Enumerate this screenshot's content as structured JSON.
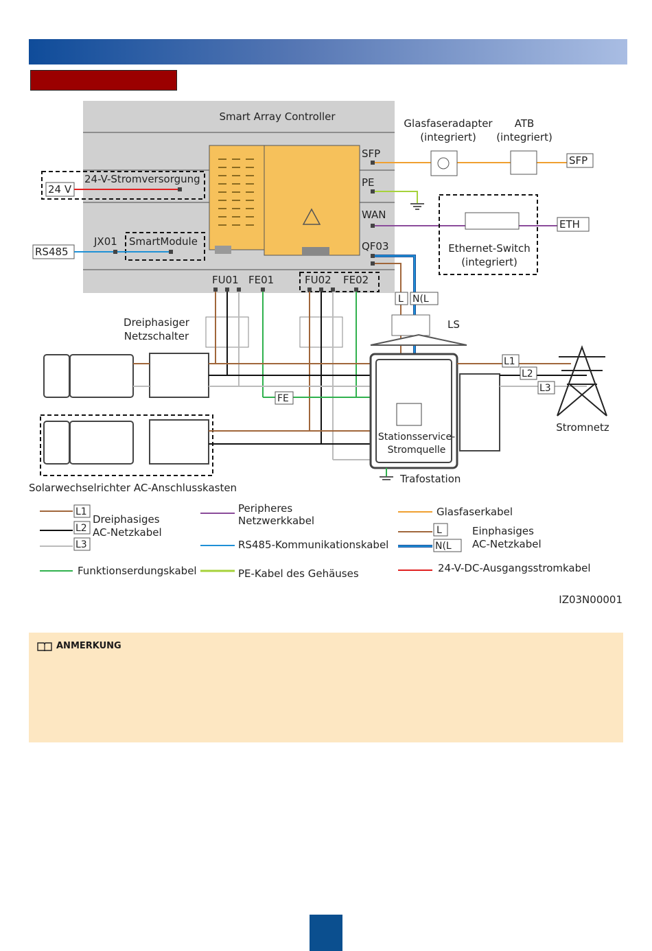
{
  "diagram": {
    "controller_title": "Smart Array Controller",
    "ports": {
      "sfp": "SFP",
      "pe": "PE",
      "wan": "WAN",
      "qf03": "QF03",
      "fu01": "FU01",
      "fe01": "FE01",
      "fu02": "FU02",
      "fe02": "FE02",
      "jx01": "JX01"
    },
    "power_supply": "24-V-Stromversorgung",
    "smartmodule": "SmartModule",
    "v24": "24 V",
    "rs485": "RS485",
    "fiber_adapter": [
      "Glasfaseradapter",
      "(integriert)"
    ],
    "atb": [
      "ATB",
      "(integriert)"
    ],
    "sfp_out": "SFP",
    "eth_switch": [
      "Ethernet-Switch",
      "(integriert)"
    ],
    "eth_out": "ETH",
    "ls": "LS",
    "l_tag": "L",
    "n_tag": "N(L",
    "breaker": [
      "Dreiphasiger",
      "Netzschalter"
    ],
    "fe_tag": "FE",
    "lines": [
      "L1",
      "L2",
      "L3"
    ],
    "grid": "Stromnetz",
    "station_service": [
      "Stationsservice-",
      "Stromquelle"
    ],
    "substation": "Trafostation",
    "bottom_caption": "Solarwechselrichter  AC-Anschlusskasten",
    "figure_id": "IZ03N00001"
  },
  "legend": {
    "three_phase": [
      "Dreiphasiges",
      "AC-Netzkabel"
    ],
    "network": [
      "Peripheres",
      "Netzwerkkabel"
    ],
    "rs485": "RS485-Kommunikationskabel",
    "fiber": "Glasfaserkabel",
    "single_phase": [
      "Einphasiges",
      "AC-Netzkabel"
    ],
    "fe": "Funktionserdungskabel",
    "pe": "PE-Kabel des Gehäuses",
    "dc24": "24-V-DC-Ausgangsstromkabel"
  },
  "note": {
    "title": "ANMERKUNG"
  },
  "colors": {
    "brown": "#a0663a",
    "black": "#111111",
    "grey": "#bbbbbb",
    "purple": "#8a4b9a",
    "blue": "#1e90d6",
    "orange": "#f0a030",
    "green": "#2fb14d",
    "yellowgreen": "#a6d23a",
    "red": "#e02020",
    "yellow": "#f6c15b",
    "panel": "#d0d0d0"
  }
}
